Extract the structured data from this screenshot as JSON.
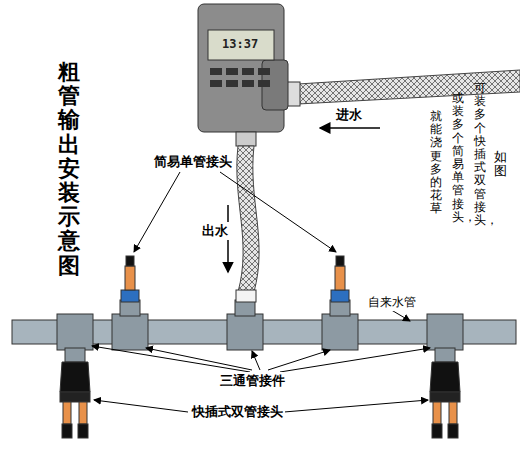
{
  "diagram": {
    "title": "粗管输出安装示意图",
    "labels": [
      "13:37",
      "进水",
      "出水",
      "简易单管接头",
      "自来水管",
      "三通管接件",
      "快插式双管接头",
      "如图",
      "可装多个快插式双管接头，",
      "或装多个简易单管接头，",
      "就能浇更多的花草"
    ]
  }
}
